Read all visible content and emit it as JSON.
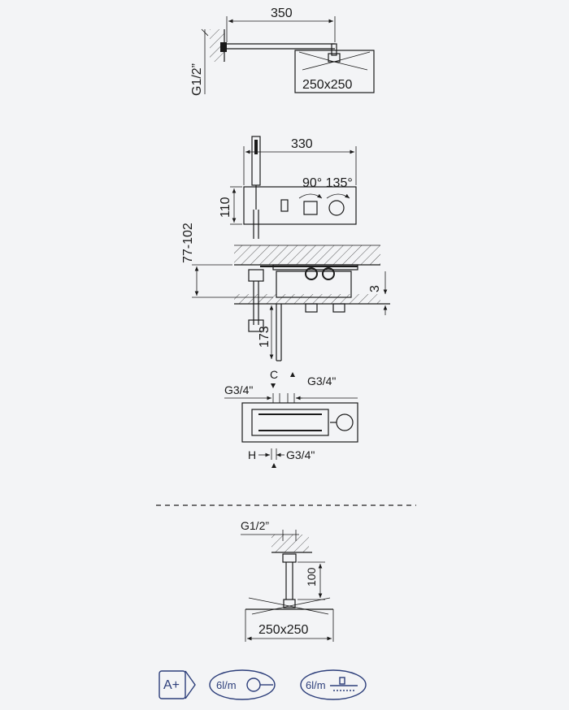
{
  "wall_shower": {
    "arm_length": "350",
    "thread": "G1/2”",
    "head_size": "250x250"
  },
  "panel": {
    "width": "330",
    "height": "110",
    "angles": "90° 135°",
    "depth_range": "77-102",
    "offset": "3",
    "hose_height": "173"
  },
  "connections": {
    "c_label": "C",
    "h_label": "H",
    "thread_top_left": "G3/4\"",
    "thread_top_right": "G3/4\"",
    "thread_bottom": "G3/4\""
  },
  "ceiling_shower": {
    "thread": "G1/2”",
    "drop": "100",
    "head_size": "250x250"
  },
  "badges": {
    "energy_class": "A+",
    "hand_flow": "6l/m",
    "head_flow": "6l/m",
    "accent_color": "#2c3e7a"
  }
}
